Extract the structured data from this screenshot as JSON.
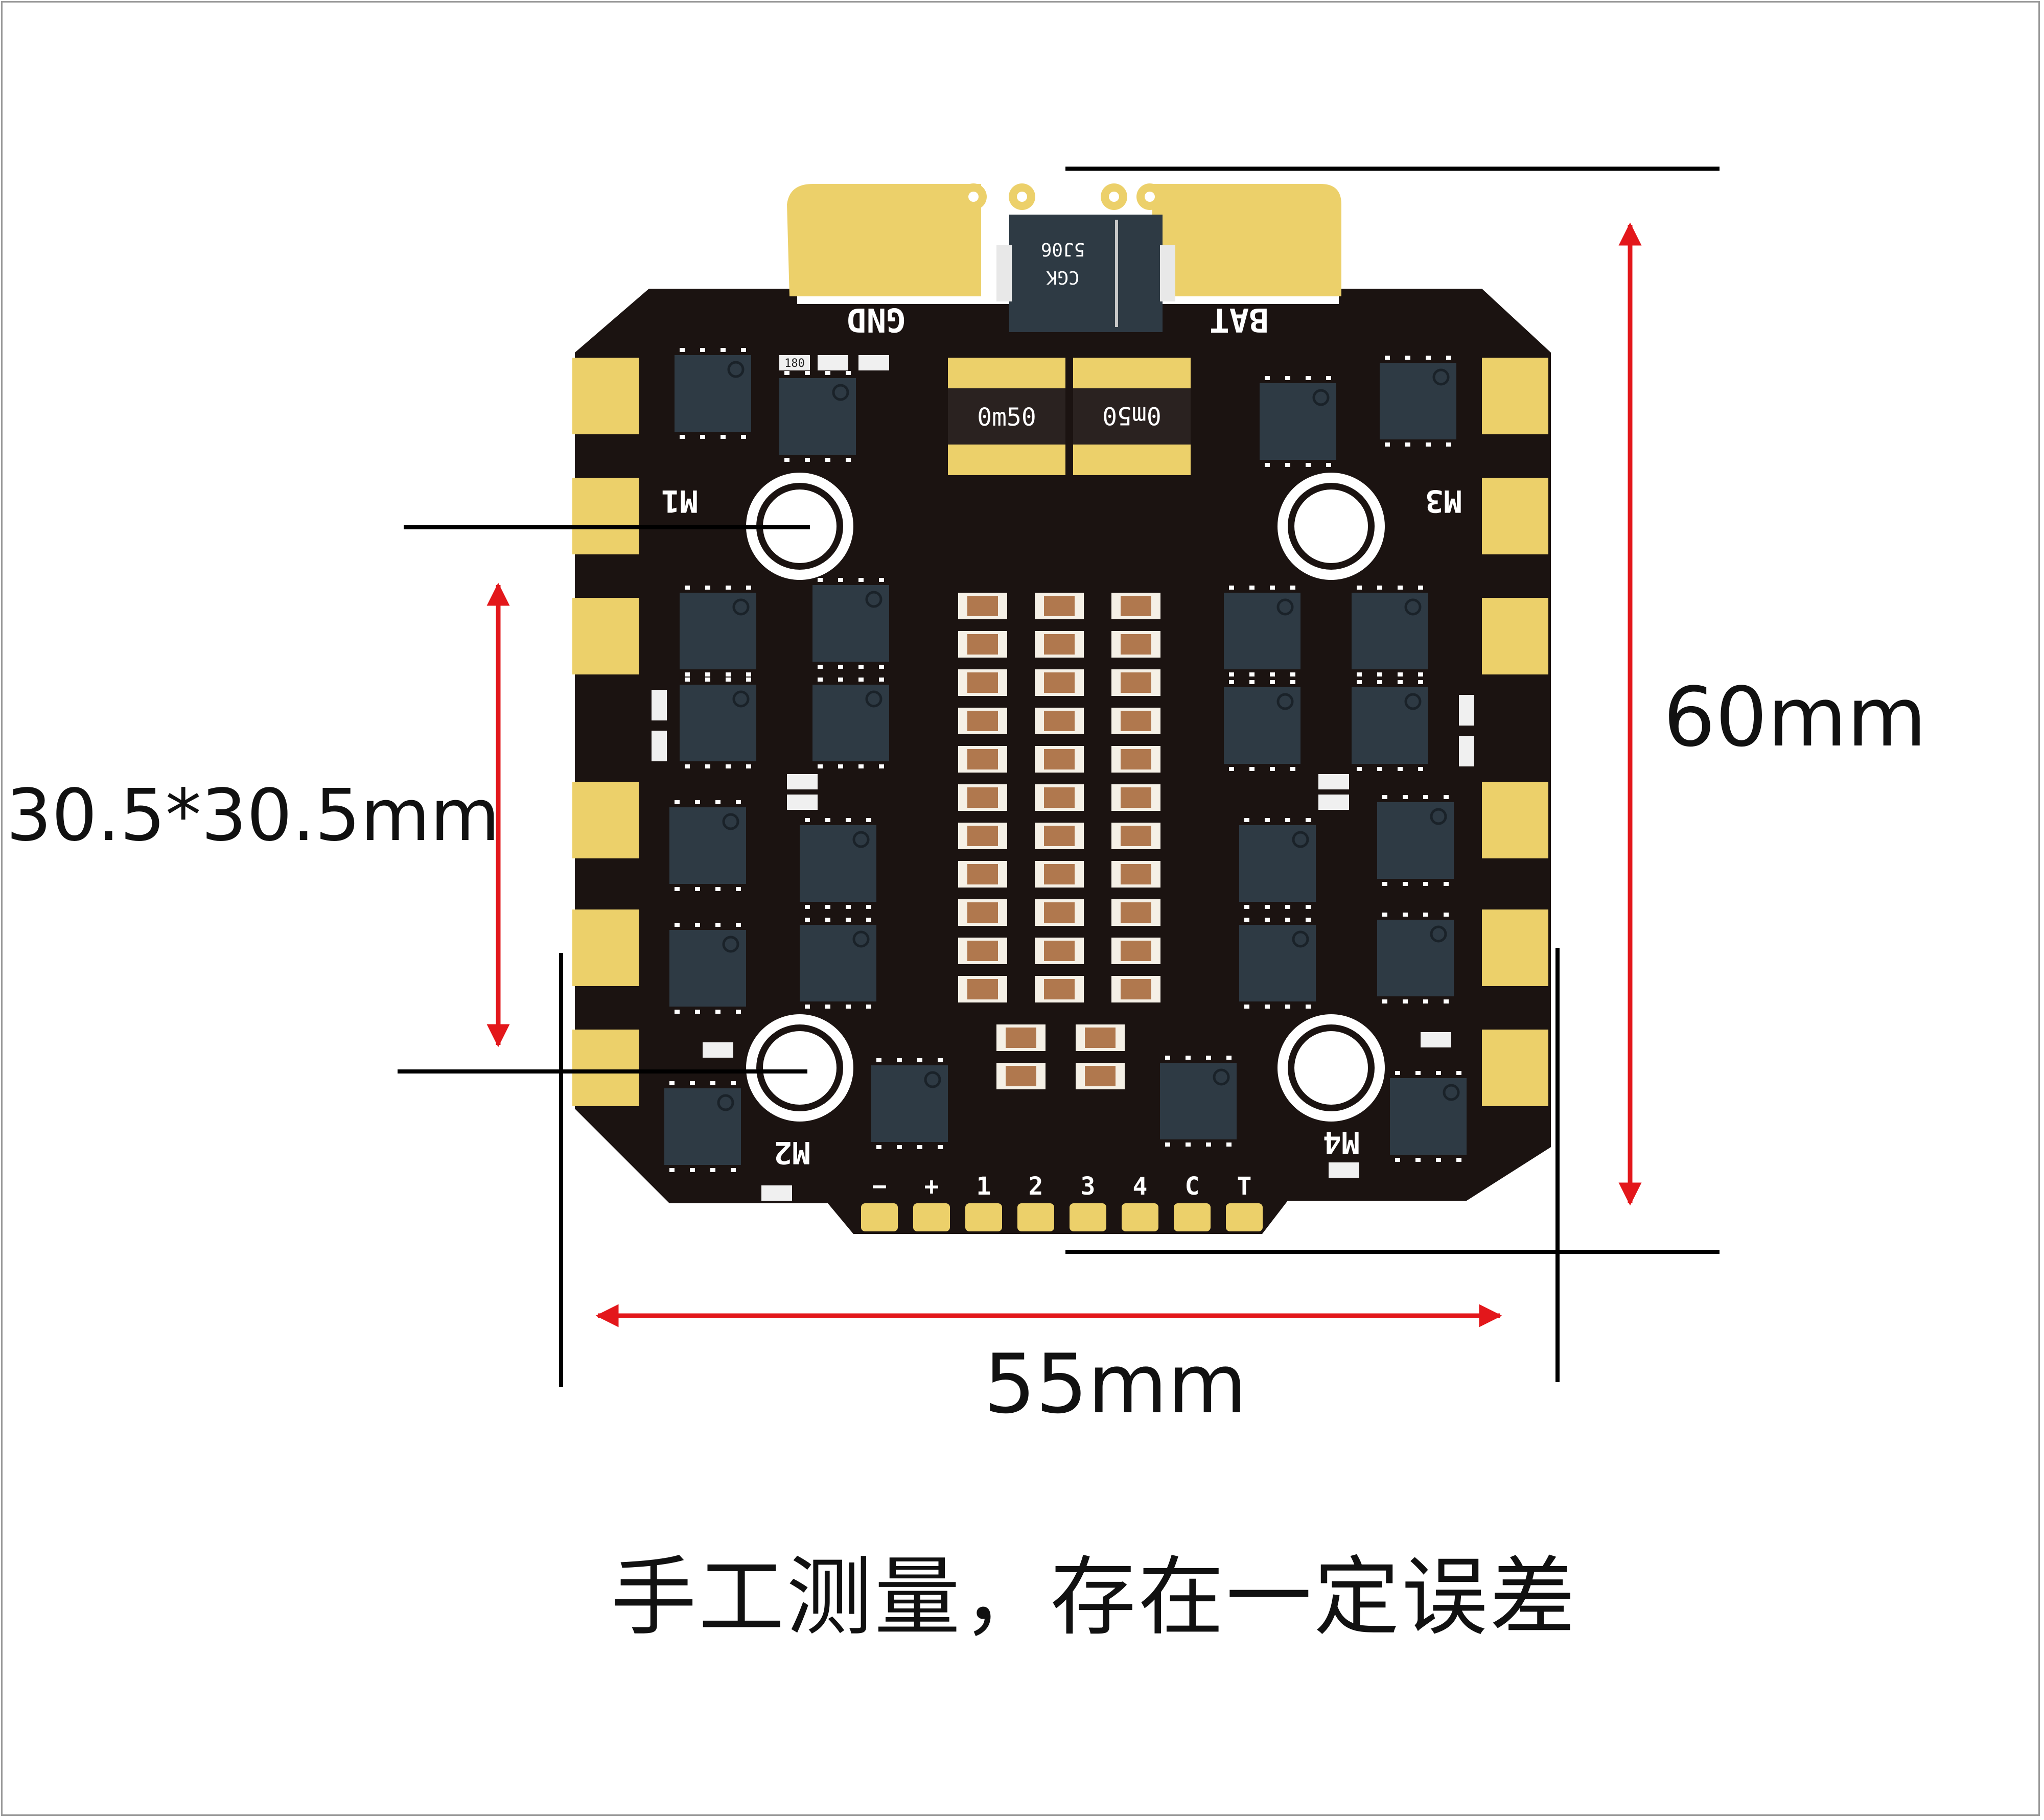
{
  "dimensions": {
    "height": "60mm",
    "width": "55mm",
    "mount": "30.5*30.5mm"
  },
  "note": "手工测量，存在一定误差",
  "board": {
    "pad_labels": {
      "gnd": "GND",
      "bat": "BAT",
      "m1": "M1",
      "m2": "M2",
      "m3": "M3",
      "m4": "M4"
    },
    "tvs_marking": [
      "5J06",
      "CGK"
    ],
    "shunt_markings": [
      "0m50",
      "0m50"
    ],
    "small_part_marking": "180",
    "signal_pins": [
      "−",
      "+",
      "1",
      "2",
      "3",
      "4",
      "C",
      "T"
    ]
  },
  "colors": {
    "pcb": "#1b1311",
    "gold": "#ecd06a",
    "chip": "#2e3a44",
    "capacitor": "#b0784e",
    "dimension_arrow": "#e3171b",
    "line": "#000000"
  }
}
